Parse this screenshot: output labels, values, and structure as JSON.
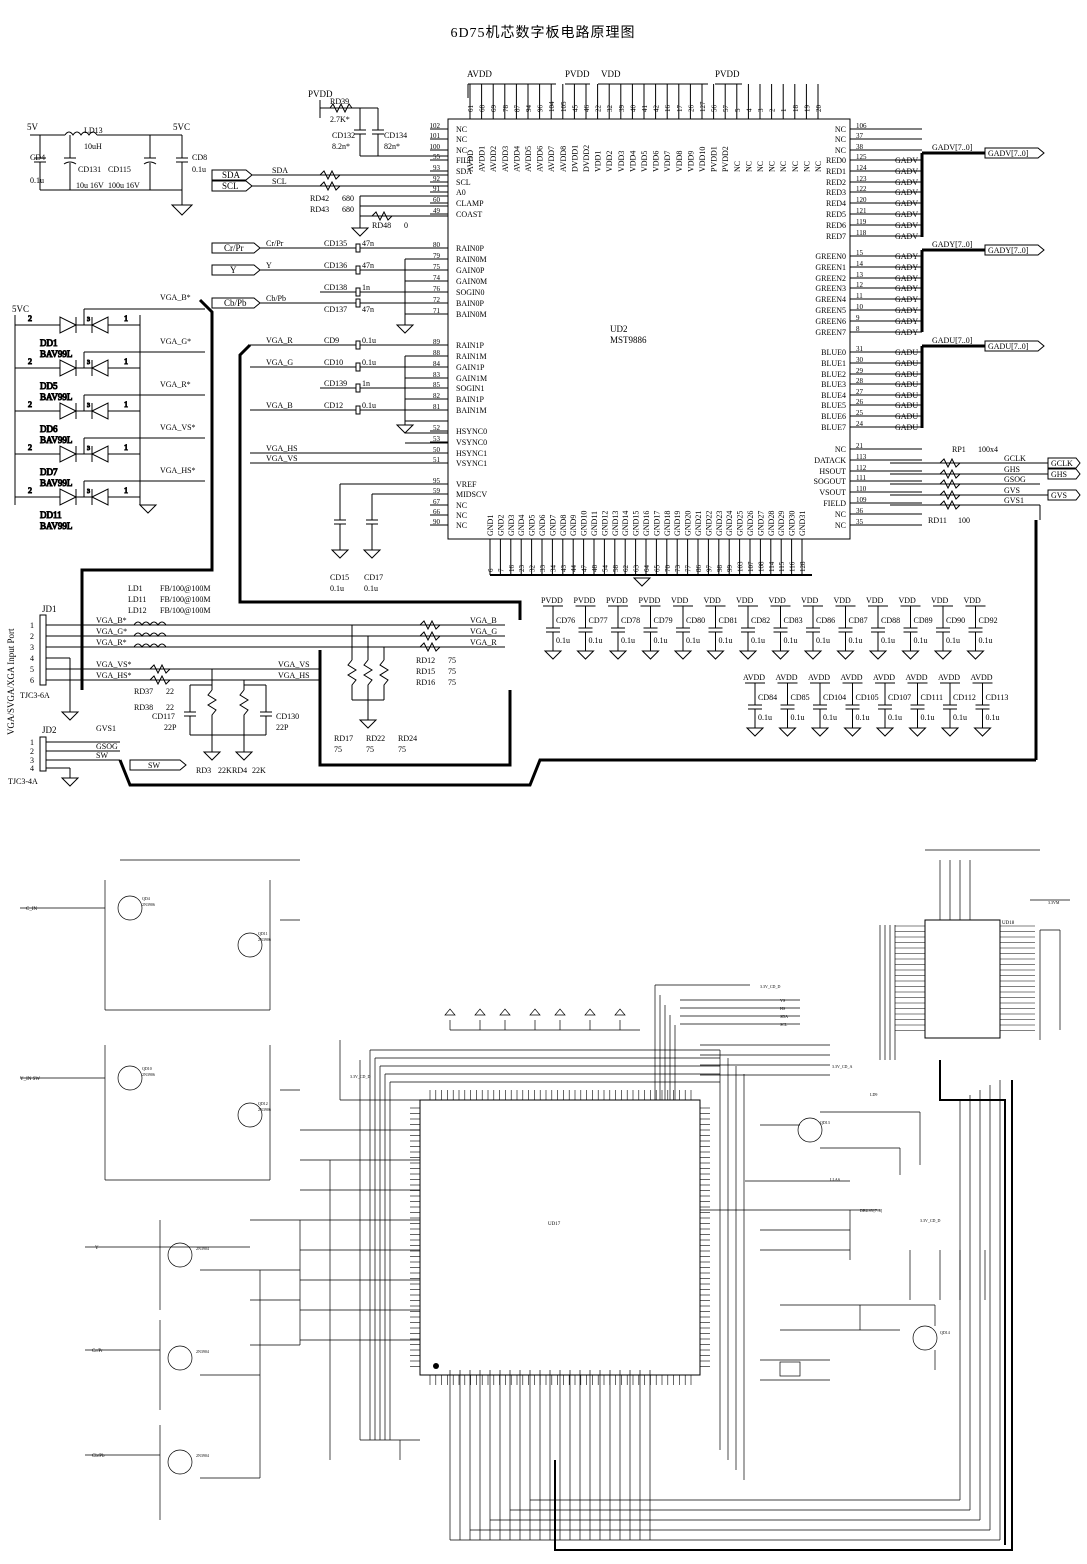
{
  "title": "6D75机芯数字板电路原理图",
  "chips": {
    "ud2": {
      "ref": "UD2",
      "part": "MST9886"
    },
    "ud17": {
      "ref": "UD17"
    },
    "ud18": {
      "ref": "UD18"
    }
  },
  "nets": {
    "avdd": "AVDD",
    "pvdd": "PVDD",
    "vdd": "VDD",
    "vc5": "5VC",
    "v5": "5V",
    "sda": "SDA",
    "scl": "SCL",
    "crpr": "Cr/Pr",
    "y": "Y",
    "cbpb": "Cb/Pb",
    "gadv": "GADV[7..0]",
    "gady": "GADY[7..0]",
    "gadu": "GADU[7..0]",
    "gclk": "GCLK",
    "ghs": "GHS",
    "gsog": "GSOG",
    "gvs": "GVS",
    "gvs1": "GVS1",
    "sw": "SW",
    "gsog2": "GSOG"
  },
  "left_pins": [
    {
      "num": "102",
      "name": "NC"
    },
    {
      "num": "101",
      "name": "NC"
    },
    {
      "num": "100",
      "name": "NC"
    },
    {
      "num": "55",
      "name": "FILT"
    },
    {
      "num": "93",
      "name": "SDA"
    },
    {
      "num": "92",
      "name": "SCL"
    },
    {
      "num": "91",
      "name": "A0"
    },
    {
      "num": "60",
      "name": "CLAMP"
    },
    {
      "num": "49",
      "name": "COAST"
    },
    {
      "num": "80",
      "name": "RAIN0P"
    },
    {
      "num": "79",
      "name": "RAIN0M"
    },
    {
      "num": "75",
      "name": "GAIN0P"
    },
    {
      "num": "74",
      "name": "GAIN0M"
    },
    {
      "num": "76",
      "name": "SOGIN0"
    },
    {
      "num": "72",
      "name": "BAIN0P"
    },
    {
      "num": "71",
      "name": "BAIN0M"
    },
    {
      "num": "89",
      "name": "RAIN1P"
    },
    {
      "num": "88",
      "name": "RAIN1M"
    },
    {
      "num": "84",
      "name": "GAIN1P"
    },
    {
      "num": "83",
      "name": "GAIN1M"
    },
    {
      "num": "85",
      "name": "SOGIN1"
    },
    {
      "num": "82",
      "name": "BAIN1P"
    },
    {
      "num": "81",
      "name": "BAIN1M"
    },
    {
      "num": "52",
      "name": "HSYNC0"
    },
    {
      "num": "53",
      "name": "VSYNC0"
    },
    {
      "num": "50",
      "name": "HSYNC1"
    },
    {
      "num": "51",
      "name": "VSYNC1"
    },
    {
      "num": "95",
      "name": "VREF"
    },
    {
      "num": "59",
      "name": "MIDSCV"
    },
    {
      "num": "67",
      "name": "NC"
    },
    {
      "num": "66",
      "name": "NC"
    },
    {
      "num": "90",
      "name": "NC"
    }
  ],
  "top_pins": [
    {
      "num": "61",
      "name": "AVDD"
    },
    {
      "num": "68",
      "name": "AVDD1"
    },
    {
      "num": "69",
      "name": "AVDD2"
    },
    {
      "num": "78",
      "name": "AVDD3"
    },
    {
      "num": "87",
      "name": "AVDD4"
    },
    {
      "num": "94",
      "name": "AVDD5"
    },
    {
      "num": "96",
      "name": "AVDD6"
    },
    {
      "num": "104",
      "name": "AVDD7"
    },
    {
      "num": "105",
      "name": "AVDD8"
    },
    {
      "num": "45",
      "name": "DVDD1"
    },
    {
      "num": "46",
      "name": "DVDD2"
    },
    {
      "num": "22",
      "name": "VDD1"
    },
    {
      "num": "32",
      "name": "VDD2"
    },
    {
      "num": "39",
      "name": "VDD3"
    },
    {
      "num": "40",
      "name": "VDD4"
    },
    {
      "num": "41",
      "name": "VDD5"
    },
    {
      "num": "42",
      "name": "VDD6"
    },
    {
      "num": "16",
      "name": "VDD7"
    },
    {
      "num": "17",
      "name": "VDD8"
    },
    {
      "num": "26",
      "name": "VDD9"
    },
    {
      "num": "127",
      "name": "VDD10"
    },
    {
      "num": "56",
      "name": "PVDD1"
    },
    {
      "num": "57",
      "name": "PVDD2"
    },
    {
      "num": "5",
      "name": "NC"
    },
    {
      "num": "4",
      "name": "NC"
    },
    {
      "num": "3",
      "name": "NC"
    },
    {
      "num": "2",
      "name": "NC"
    },
    {
      "num": "1",
      "name": "NC"
    },
    {
      "num": "18",
      "name": "NC"
    },
    {
      "num": "19",
      "name": "NC"
    },
    {
      "num": "20",
      "name": "NC"
    }
  ],
  "right_pins": [
    {
      "num": "106",
      "name": "NC"
    },
    {
      "num": "37",
      "name": "NC"
    },
    {
      "num": "38",
      "name": "NC"
    },
    {
      "num": "125",
      "name": "RED0",
      "net": "GADV"
    },
    {
      "num": "124",
      "name": "RED1",
      "net": "GADV"
    },
    {
      "num": "123",
      "name": "RED2",
      "net": "GADV"
    },
    {
      "num": "122",
      "name": "RED3",
      "net": "GADV"
    },
    {
      "num": "120",
      "name": "RED4",
      "net": "GADV"
    },
    {
      "num": "121",
      "name": "RED5",
      "net": "GADV"
    },
    {
      "num": "119",
      "name": "RED6",
      "net": "GADV"
    },
    {
      "num": "118",
      "name": "RED7",
      "net": "GADV"
    },
    {
      "num": "15",
      "name": "GREEN0",
      "net": "GADY"
    },
    {
      "num": "14",
      "name": "GREEN1",
      "net": "GADY"
    },
    {
      "num": "13",
      "name": "GREEN2",
      "net": "GADY"
    },
    {
      "num": "12",
      "name": "GREEN3",
      "net": "GADY"
    },
    {
      "num": "11",
      "name": "GREEN4",
      "net": "GADY"
    },
    {
      "num": "10",
      "name": "GREEN5",
      "net": "GADY"
    },
    {
      "num": "9",
      "name": "GREEN6",
      "net": "GADY"
    },
    {
      "num": "8",
      "name": "GREEN7",
      "net": "GADY"
    },
    {
      "num": "31",
      "name": "BLUE0",
      "net": "GADU"
    },
    {
      "num": "30",
      "name": "BLUE1",
      "net": "GADU"
    },
    {
      "num": "29",
      "name": "BLUE2",
      "net": "GADU"
    },
    {
      "num": "28",
      "name": "BLUE3",
      "net": "GADU"
    },
    {
      "num": "27",
      "name": "BLUE4",
      "net": "GADU"
    },
    {
      "num": "26",
      "name": "BLUE5",
      "net": "GADU"
    },
    {
      "num": "25",
      "name": "BLUE6",
      "net": "GADU"
    },
    {
      "num": "24",
      "name": "BLUE7",
      "net": "GADU"
    },
    {
      "num": "21",
      "name": "NC"
    },
    {
      "num": "113",
      "name": "DATACK"
    },
    {
      "num": "112",
      "name": "HSOUT"
    },
    {
      "num": "111",
      "name": "SOGOUT"
    },
    {
      "num": "110",
      "name": "VSOUT"
    },
    {
      "num": "109",
      "name": "FIELD"
    },
    {
      "num": "36",
      "name": "NC"
    },
    {
      "num": "35",
      "name": "NC"
    }
  ],
  "bottom_pins": [
    {
      "num": "6",
      "name": "GND1"
    },
    {
      "num": "7",
      "name": "GND2"
    },
    {
      "num": "16",
      "name": "GND3"
    },
    {
      "num": "23",
      "name": "GND4"
    },
    {
      "num": "32",
      "name": "GND5"
    },
    {
      "num": "33",
      "name": "GND6"
    },
    {
      "num": "34",
      "name": "GND7"
    },
    {
      "num": "43",
      "name": "GND8"
    },
    {
      "num": "44",
      "name": "GND9"
    },
    {
      "num": "47",
      "name": "GND10"
    },
    {
      "num": "48",
      "name": "GND11"
    },
    {
      "num": "54",
      "name": "GND12"
    },
    {
      "num": "58",
      "name": "GND13"
    },
    {
      "num": "62",
      "name": "GND14"
    },
    {
      "num": "63",
      "name": "GND15"
    },
    {
      "num": "64",
      "name": "GND16"
    },
    {
      "num": "65",
      "name": "GND17"
    },
    {
      "num": "70",
      "name": "GND18"
    },
    {
      "num": "73",
      "name": "GND19"
    },
    {
      "num": "77",
      "name": "GND20"
    },
    {
      "num": "86",
      "name": "GND21"
    },
    {
      "num": "97",
      "name": "GND22"
    },
    {
      "num": "98",
      "name": "GND23"
    },
    {
      "num": "99",
      "name": "GND24"
    },
    {
      "num": "103",
      "name": "GND25"
    },
    {
      "num": "107",
      "name": "GND26"
    },
    {
      "num": "108",
      "name": "GND27"
    },
    {
      "num": "114",
      "name": "GND28"
    },
    {
      "num": "115",
      "name": "GND29"
    },
    {
      "num": "116",
      "name": "GND30"
    },
    {
      "num": "128",
      "name": "GND31"
    }
  ],
  "components": {
    "rd39": "RD39",
    "rd39v": "2.7K*",
    "cd132": "CD132",
    "cd132v": "8.2n*",
    "cd134": "CD134",
    "cd134v": "82n*",
    "ld13": "LD13",
    "ld13v": "10uH",
    "cd4": "CD4",
    "cd4v": "0.1u",
    "cd131": "CD131",
    "cd115": "CD115",
    "cd131v": "10u 16V",
    "cd115v": "100u 16V",
    "cd8": "CD8",
    "cd8v": "0.1u",
    "rd42": "RD42",
    "rd43": "RD43",
    "rd42v": "680",
    "rd43v": "680",
    "rd48": "RD48",
    "rd48v": "0",
    "cd135": "CD135",
    "cd136": "CD136",
    "cd138": "CD138",
    "cd137": "CD137",
    "v47n": "47n",
    "v1n": "1n",
    "cd9": "CD9",
    "cd10": "CD10",
    "cd139": "CD139",
    "cd12": "CD12",
    "v01u": "0.1u",
    "cd15": "CD15",
    "cd17": "CD17",
    "rp1": "RP1",
    "rp1v": "100x4",
    "rd11": "RD11",
    "rd11v": "100",
    "dd1": "DD1",
    "dd5": "DD5",
    "dd6": "DD6",
    "dd7": "DD7",
    "dd11": "DD11",
    "bav": "BAV99L",
    "ld1": "LD1",
    "ld11": "LD11",
    "ld12": "LD12",
    "fb": "FB/100@100M",
    "jd1": "JD1",
    "jd2": "JD2",
    "tjc6": "TJC3-6A",
    "tjc4": "TJC3-4A",
    "rd37": "RD37",
    "rd38": "RD38",
    "v22": "22",
    "cd117": "CD117",
    "cd130": "CD130",
    "v22p": "22P",
    "rd12": "RD12",
    "rd15": "RD15",
    "rd16": "RD16",
    "v75": "75",
    "rd17": "RD17",
    "rd22": "RD22",
    "rd24": "RD24",
    "rd3": "RD3",
    "rd4": "RD4",
    "v22k": "22K",
    "port": "VGA/SVGA/XGA Input Port"
  },
  "vga_nets": {
    "b": "VGA_B*",
    "g": "VGA_G*",
    "r": "VGA_R*",
    "vs": "VGA_VS*",
    "hs": "VGA_HS*",
    "b2": "VGA_B",
    "g2": "VGA_G",
    "r2": "VGA_R",
    "hs2": "VGA_HS",
    "vs2": "VGA_VS"
  },
  "caps_row1": [
    {
      "ref": "CD76",
      "pwr": "PVDD"
    },
    {
      "ref": "CD77",
      "pwr": "PVDD"
    },
    {
      "ref": "CD78",
      "pwr": "PVDD"
    },
    {
      "ref": "CD79",
      "pwr": "PVDD"
    },
    {
      "ref": "CD80",
      "pwr": "VDD"
    },
    {
      "ref": "CD81",
      "pwr": "VDD"
    },
    {
      "ref": "CD82",
      "pwr": "VDD"
    },
    {
      "ref": "CD83",
      "pwr": "VDD"
    },
    {
      "ref": "CD86",
      "pwr": "VDD"
    },
    {
      "ref": "CD87",
      "pwr": "VDD"
    },
    {
      "ref": "CD88",
      "pwr": "VDD"
    },
    {
      "ref": "CD89",
      "pwr": "VDD"
    },
    {
      "ref": "CD90",
      "pwr": "VDD"
    },
    {
      "ref": "CD92",
      "pwr": "VDD"
    }
  ],
  "caps_row2": [
    {
      "ref": "CD84",
      "pwr": "AVDD"
    },
    {
      "ref": "CD85",
      "pwr": "AVDD"
    },
    {
      "ref": "CD104",
      "pwr": "AVDD"
    },
    {
      "ref": "CD105",
      "pwr": "AVDD"
    },
    {
      "ref": "CD107",
      "pwr": "AVDD"
    },
    {
      "ref": "CD111",
      "pwr": "AVDD"
    },
    {
      "ref": "CD112",
      "pwr": "AVDD"
    },
    {
      "ref": "CD113",
      "pwr": "AVDD"
    }
  ],
  "lower": {
    "cin": "C_IN",
    "yin": "Y_IN SW",
    "y": "Y",
    "crpr": "Cr/Pr",
    "cbpb": "Cb/Pb",
    "qd4": "QD4",
    "qd10": "QD10",
    "qd11": "QD11",
    "qd12": "QD12",
    "part3904": "2N3904",
    "part3906": "2N3906",
    "ud17ref": "UD17",
    "ld9": "LD9",
    "qd13": "QD13",
    "qd14": "QD14",
    "ud18ref": "UD18",
    "v33": "3.3V_CD_D",
    "v33b": "3.3V_CD_A",
    "v33c": "3.3VM",
    "vs": "VS",
    "hs": "HS",
    "sda": "SDA",
    "scl": "SCL",
    "llas": "LLAS",
    "dbus": "DBUSY[7..0]"
  }
}
